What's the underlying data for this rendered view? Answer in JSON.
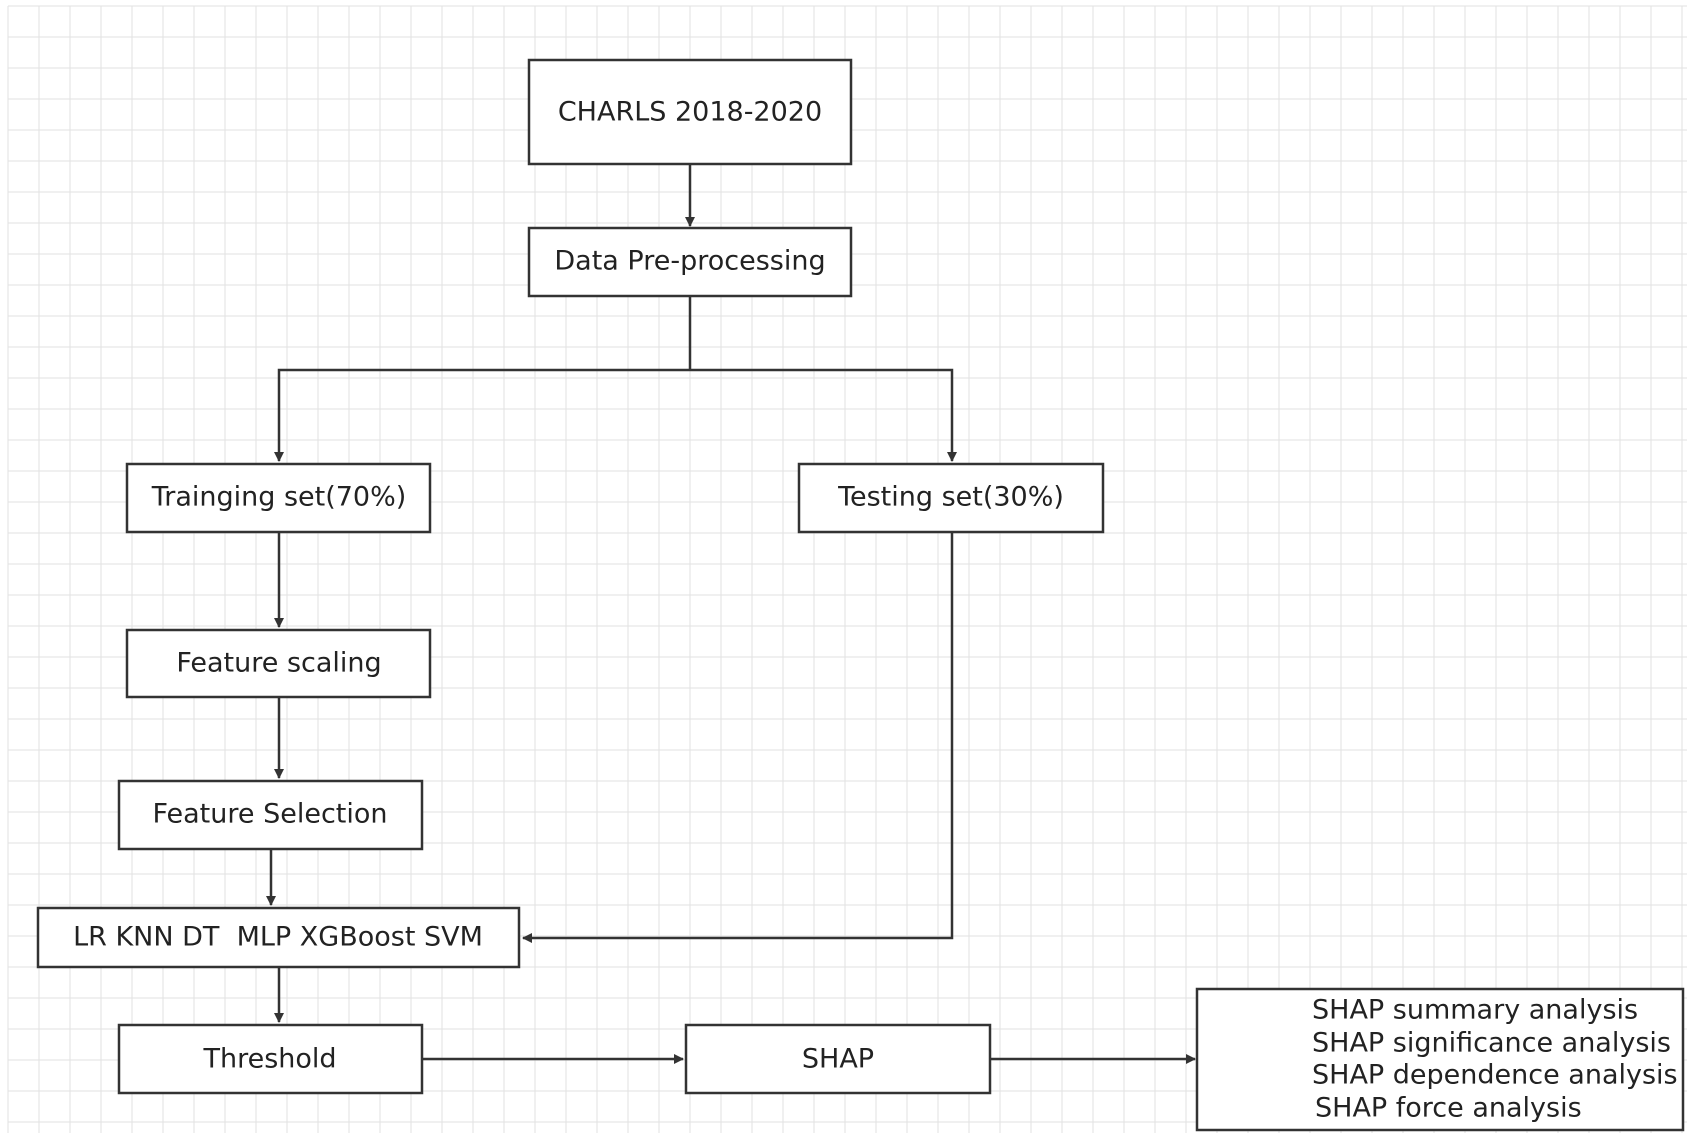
{
  "diagram": {
    "colors": {
      "background": "#ffffff",
      "grid_line": "#e2e2e2",
      "box_stroke": "#333333",
      "arrow": "#333333",
      "text": "#222222"
    },
    "nodes": {
      "source": {
        "label": "CHARLS 2018-2020"
      },
      "preprocessing": {
        "label": "Data Pre-processing"
      },
      "training_set": {
        "label": "Trainging set(70%)"
      },
      "testing_set": {
        "label": "Testing set(30%)"
      },
      "feature_scaling": {
        "label": "Feature scaling"
      },
      "feature_selection": {
        "label": "Feature Selection"
      },
      "models": {
        "label": "LR KNN DT  MLP XGBoost SVM"
      },
      "threshold": {
        "label": "Threshold"
      },
      "shap": {
        "label": "SHAP"
      },
      "shap_analyses": {
        "lines": [
          "SHAP summary analysis",
          "SHAP significance analysis",
          "SHAP dependence analysis",
          "SHAP force analysis"
        ]
      }
    }
  }
}
